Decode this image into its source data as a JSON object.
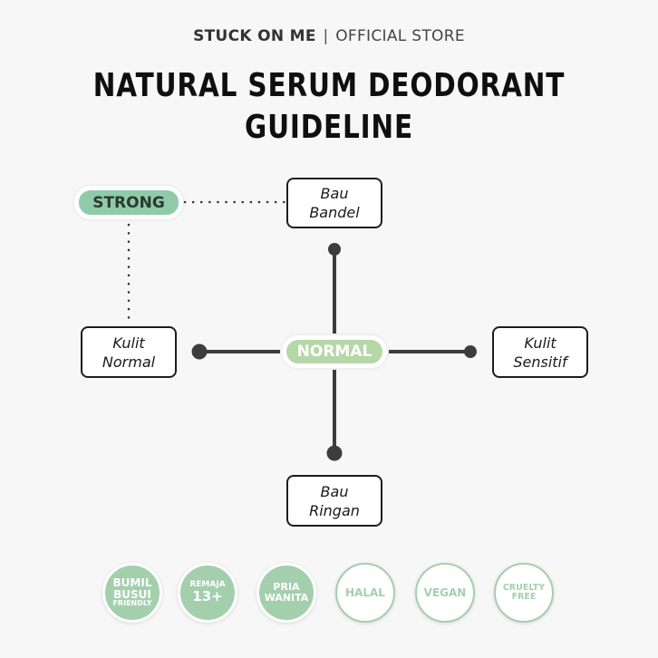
{
  "header": {
    "brand": "STUCK ON ME",
    "separator": "|",
    "store_label": "OFFICIAL STORE"
  },
  "title": {
    "line1": "NATURAL SERUM DEODORANT",
    "line2": "GUIDELINE"
  },
  "diagram": {
    "levels": {
      "strong": "STRONG",
      "normal": "NORMAL"
    },
    "axes": {
      "top": {
        "line1": "Bau",
        "line2": "Bandel"
      },
      "bottom": {
        "line1": "Bau",
        "line2": "Ringan"
      },
      "left": {
        "line1": "Kulit",
        "line2": "Normal"
      },
      "right": {
        "line1": "Kulit",
        "line2": "Sensitif"
      }
    },
    "colors": {
      "strong_pill": "#8fcba9",
      "normal_pill": "#b6d7a8",
      "axis_line": "#3d3d3d"
    }
  },
  "badges": [
    {
      "style": "filled",
      "lines": [
        "BUMIL",
        "BUSUI",
        "FRIENDLY"
      ]
    },
    {
      "style": "filled",
      "lines": [
        "REMAJA",
        "13+"
      ]
    },
    {
      "style": "filled",
      "lines": [
        "PRIA",
        "WANITA"
      ]
    },
    {
      "style": "outline",
      "lines": [
        "HALAL"
      ]
    },
    {
      "style": "outline",
      "lines": [
        "VEGAN"
      ]
    },
    {
      "style": "outline",
      "lines": [
        "CRUELTY",
        "FREE"
      ]
    }
  ],
  "badge_color": "#a4cfad"
}
